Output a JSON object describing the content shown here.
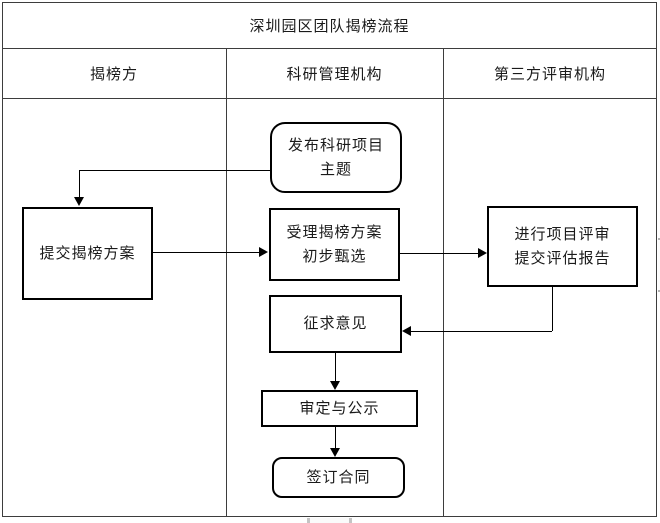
{
  "title": "深圳园区团队揭榜流程",
  "lanes": {
    "lane1": "揭榜方",
    "lane2": "科研管理机构",
    "lane3": "第三方评审机构"
  },
  "nodes": {
    "publish_topic": "发布科研项目\n主题",
    "submit_plan": "提交揭榜方案",
    "accept_screen": "受理揭榜方案\n初步甄选",
    "review_report": "进行项目评审\n提交评估报告",
    "solicit_opinions": "征求意见",
    "approve_publicize": "审定与公示",
    "sign_contract": "签订合同"
  },
  "colors": {
    "background": "#ffffff",
    "grid_line": "#3d3d3d",
    "shape_border": "#000000",
    "connector": "#000000",
    "text": "#1a1a1a"
  }
}
